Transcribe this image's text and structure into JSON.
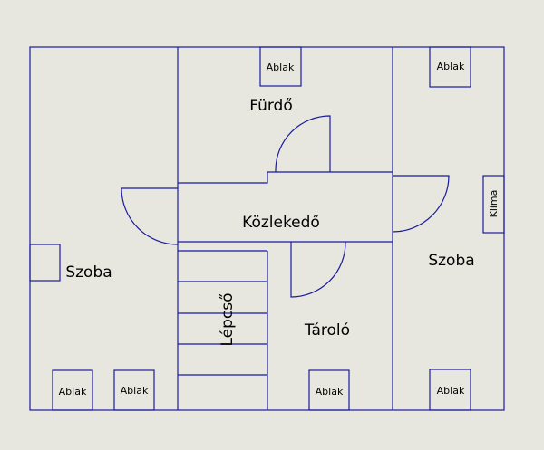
{
  "rooms": {
    "bathroom": "Fürdő",
    "hallway": "Közlekedő",
    "room_left": "Szoba",
    "room_right": "Szoba",
    "staircase": "Lépcső",
    "storage": "Tároló"
  },
  "windows": {
    "bathroom": "Ablak",
    "room_right_top": "Ablak",
    "room_left_1": "Ablak",
    "room_left_2": "Ablak",
    "storage": "Ablak",
    "room_right_bottom": "Ablak"
  },
  "fixtures": {
    "ac_unit": "Klíma"
  }
}
